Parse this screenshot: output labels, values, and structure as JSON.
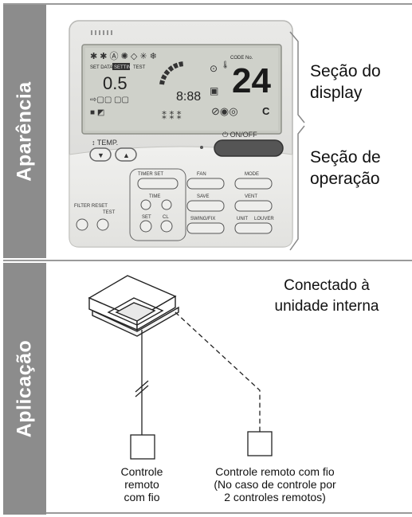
{
  "sections": {
    "appearance": {
      "tab_label": "Aparência",
      "display_callout": [
        "Seção do",
        "display"
      ],
      "operation_callout": [
        "Seção de",
        "operação"
      ]
    },
    "application": {
      "tab_label": "Aplicação",
      "indoor_unit_callout": [
        "Conectado à",
        "unidade interna"
      ],
      "left_remote_caption": [
        "Controle",
        "remoto",
        "com fio"
      ],
      "right_remote_caption": [
        "Controle remoto com fio",
        "(No caso de controle por",
        "2 controles remotos)"
      ]
    }
  },
  "remote": {
    "display": {
      "setting_digits": "0.5",
      "timer_digits": "8:88",
      "temperature_digits": "24",
      "temp_unit": "C",
      "code_label": "CODE No.",
      "setdata_label": "SET DATA",
      "setting_label": "SETTING",
      "test_label": "TEST"
    },
    "buttons": {
      "temp_label": "TEMP.",
      "on_off_label": "ON/OFF",
      "timer_set_label": "TIMER SET",
      "time_label": "TIME",
      "set_label": "SET",
      "cl_label": "CL",
      "fan_label": "FAN",
      "save_label": "SAVE",
      "swing_label": "SWING/FIX",
      "mode_label": "MODE",
      "vent_label": "VENT",
      "unit_label": "UNIT",
      "louver_label": "LOUVER",
      "filter_reset_label": "FILTER RESET",
      "test_button_label": "TEST"
    }
  }
}
